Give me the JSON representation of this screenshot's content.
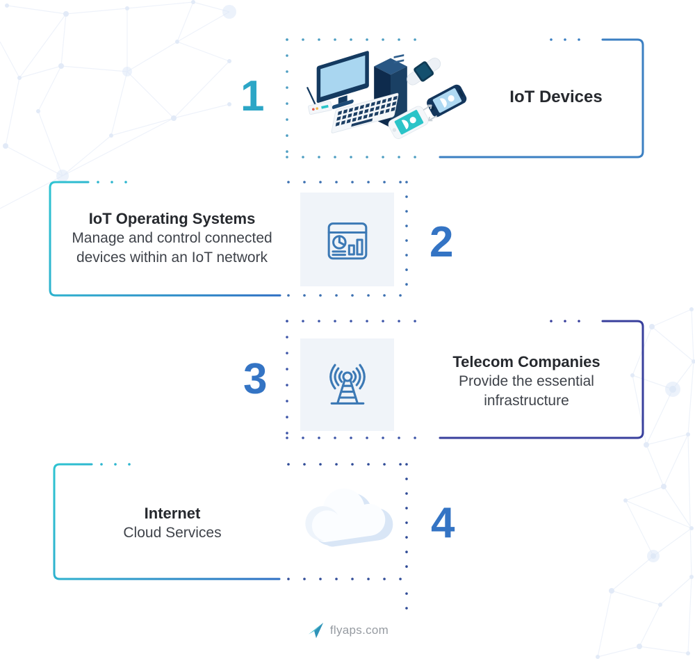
{
  "page": {
    "type": "iot-layers-infographic"
  },
  "sections": [
    {
      "number": "1",
      "title": "IoT Devices",
      "body_lines": [],
      "icon": "iot-devices-illustration",
      "accent_color": "#2CA6C6",
      "border_color": "#3B7FC2"
    },
    {
      "number": "2",
      "title": "IoT Operating Systems",
      "body_lines": [
        "Manage and control connected",
        "devices within an IoT network"
      ],
      "icon": "dashboard-analytics-icon",
      "accent_color": "#3474C4",
      "border_color": "gradient #2EC3D1 to #2D6EC3"
    },
    {
      "number": "3",
      "title": "Telecom Companies",
      "body_lines": [
        "Provide the essential",
        "infrastructure"
      ],
      "icon": "radio-tower-icon",
      "accent_color": "#3474C4",
      "border_color": "#383F9C"
    },
    {
      "number": "4",
      "title": "Internet",
      "body_lines": [
        "Cloud Services"
      ],
      "icon": "cloud-icon",
      "accent_color": "#3474C4",
      "border_color": "gradient #2EC3D1 to #2D6EC3"
    }
  ],
  "footer": {
    "brand": "flyaps.com",
    "icon": "paper-plane-icon"
  },
  "colors": {
    "teal_accent": "#2CB5CE",
    "blue_accent": "#3474C4",
    "solid_border_blue": "#3B7FC2",
    "solid_border_indigo": "#383F9C",
    "title_text": "#26292E",
    "body_text": "#3F434A",
    "icon_stroke": "#3C79B5",
    "icon_square_bg": "#F0F4F9",
    "logo_text": "#969BA1",
    "background_pattern": "#E9F0F9"
  }
}
